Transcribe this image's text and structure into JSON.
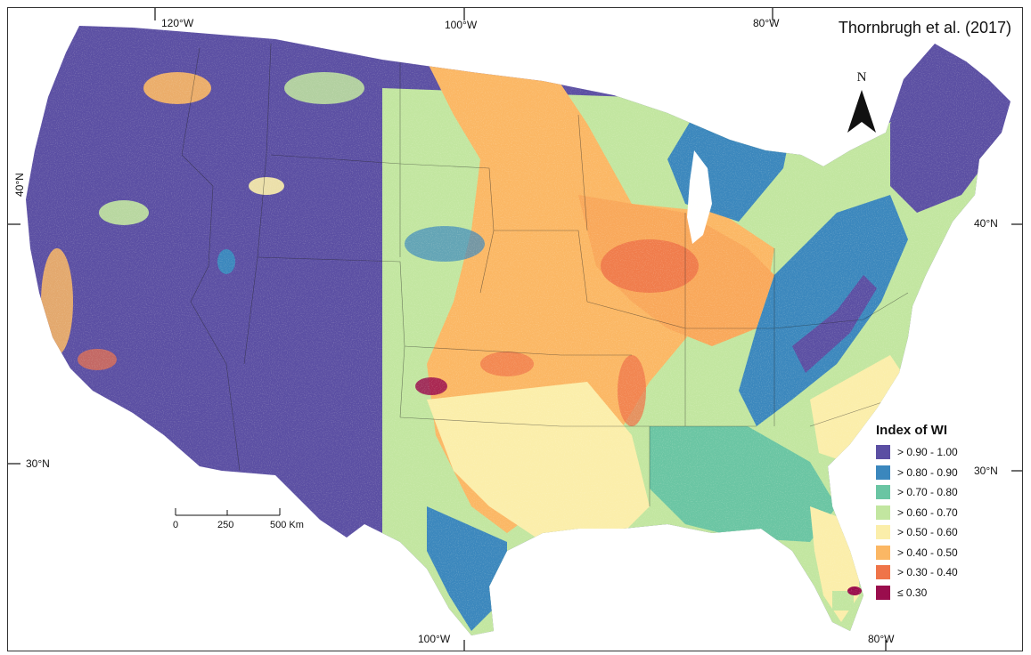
{
  "citation": "Thornbrugh et al. (2017)",
  "north_label": "N",
  "coordinates": {
    "top": [
      "120°W",
      "100°W",
      "80°W"
    ],
    "bottom": [
      "100°W",
      "80°W"
    ],
    "left": [
      "40°N",
      "30°N"
    ],
    "right": [
      "40°N",
      "30°N"
    ]
  },
  "scale_bar": {
    "labels": [
      "0",
      "250",
      "500 Km"
    ]
  },
  "legend": {
    "title": "Index of WI",
    "classes": [
      {
        "label": "> 0.90 - 1.00",
        "color": "#5b4fa3"
      },
      {
        "label": "> 0.80 - 0.90",
        "color": "#3b87bd"
      },
      {
        "label": "> 0.70 - 0.80",
        "color": "#6ac5a3"
      },
      {
        "label": "> 0.60 - 0.70",
        "color": "#c2e6a0"
      },
      {
        "label": "> 0.50 - 0.60",
        "color": "#fbeeaa"
      },
      {
        "label": "> 0.40 - 0.50",
        "color": "#fbb764"
      },
      {
        "label": "> 0.30 - 0.40",
        "color": "#ef7449"
      },
      {
        "label": "≤ 0.30",
        "color": "#9a0d4d"
      }
    ]
  }
}
